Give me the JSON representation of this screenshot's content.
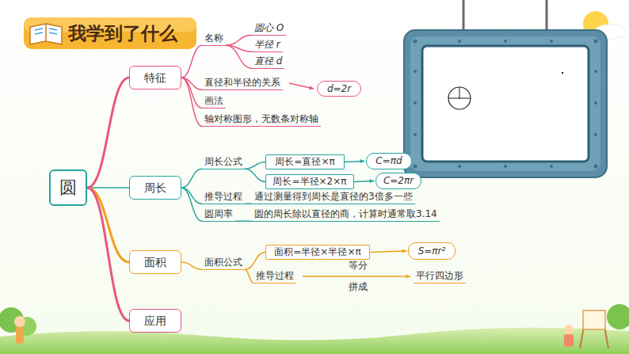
{
  "diagram": {
    "title": "我学到了什么",
    "nodes": [
      {
        "text": [
          "圆"
        ]
      },
      {
        "text": [
          "特征"
        ]
      },
      {
        "text": [
          "周长"
        ]
      },
      {
        "text": [
          "面积"
        ]
      },
      {
        "text": [
          "应用"
        ]
      },
      {
        "text": [
          "d=2r"
        ]
      },
      {
        "text": [
          "周长=直径×π"
        ]
      },
      {
        "text": [
          "C=πd"
        ]
      },
      {
        "text": [
          "周长=半径×2×π"
        ]
      },
      {
        "text": [
          "C=2πr"
        ]
      },
      {
        "text": [
          "面积=半径×半径×π"
        ]
      },
      {
        "text": [
          "S=πr²"
        ]
      }
    ],
    "edges": [
      {
        "from": 0,
        "to": 1,
        "arrow": "none"
      },
      {
        "from": 0,
        "to": 2,
        "arrow": "none"
      },
      {
        "from": 0,
        "to": 3,
        "arrow": "none"
      },
      {
        "from": 0,
        "to": 4,
        "arrow": "none"
      },
      {
        "from": 6,
        "to": 7,
        "arrow": "to"
      },
      {
        "from": 8,
        "to": 9,
        "arrow": "to"
      },
      {
        "from": 10,
        "to": 11,
        "arrow": "to"
      }
    ],
    "labels": [
      "名称",
      "圆心 O",
      "半径 r",
      "直径 d",
      "直径和半径的关系",
      "画法",
      "轴对称图形，无数条对称轴",
      "周长公式",
      "推导过程",
      "通过测量得到周长是直径的3倍多一些",
      "圆周率",
      "圆的周长除以直径的商，计算时通常取3.14",
      "面积公式",
      "推导过程",
      "等分",
      "拼成",
      "平行四边形"
    ]
  }
}
